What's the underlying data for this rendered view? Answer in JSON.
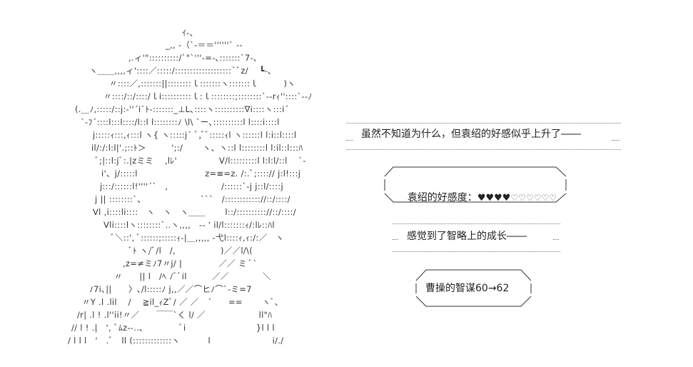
{
  "ascii_art": {
    "lines": [
      "ｲ‐、",
      "_,, -（`‐＝＝''''''` --",
      ",.ィ'\"::::::::::/`\"`'''‐=-､:::::::`7‐､",
      "ヽ＿＿,,,,ィ'::::／:::::/:::::::::::::::::::`ﾞz/　 ┗‐､",
      "〃::::／,:::::::||::::::::ｌ:::::::ヽ:::::::ｌ　　　)ヽ",
      "〃::::/::/::::/ｌi::::::::::ｌ:ｌ::::::::;::::::::`‐‐rｨ''::::`‐‐ﾉ",
      "(.＿ﾉ,:::::/::j:‐''´i`ﾄ‐:::::::_⊥L､::::ヽ::::::::::∇i::::ヽ:::i´",
      "`‐ﾌ´::::l:::l::::/l::l l::::::::ﾉ \\l\\ `ー､::::::::::l l::::i::::l",
      "j:::::ｨ:::,ｨ:::l ヽ{ ヽ:::::j´ ﾞ,ﾞﾞ:::::ｨl ヽ::::::l l:i::l::::l",
      "il/:/:l:l|'.;::ﾄ＞　　　';:/　　 ヽ、ヽ::l l::::::::l l:il::l:::ﾊ",
      "ﾞ;|::l:jﾞ:.|zミミ　 ,lﾚ'　　　　　V/l:::::::::l l:l:l/::l　 `‐",
      "i'、j/:::::l　　　　　　　　z=≡=z. /:.ﾞ;::::// j:l!:::j",
      "j:::/::::::l!''''´`　,　　　　　　 /::::::`‐j j::l/::::j",
      "j || ::::::::`、　　　　　　　```　/:::::::::::://::/::::/",
      "Vl ,i::::li::::　ヽ　ヽ　ヽ＿＿　　 l::/:::::::::://::/::::/",
      "Vli::::lヽ::::::::`..ヽ,,,,　‐‐ ' il/l:::::::ｨ/:lﾚ::ﾊl",
      "ﾞ＼::', ﾞ::::::;:::::ｨ‐|＿,,,,, ‐弋l::::ｨ,ｨ:/:／　ヽ",
      "ﾞﾄ ヽ/ﾞ/l　/,　　　　　 )／／l/\\(",
      ",z=≠ミﾉ7〃j/ |　　　　 ／／ ミ ﾞ`",
      "〃　　|| l　/ﾍ ﾉﾞﾞil　　　／／　　　　＼",
      "ﾉ7i､||　　〉､/l:::::ﾉ j,,／／⌒ヒﾉ⌒`‐ミ=7",
      "〃Y .l .lil　 /　 ≧il_ｨZﾞ/ ／ ／　´　　==　　 ヽﾞ､",
      "/r| .l ! .l''ii!〃／　　￣￣`く l/ ／　　　　　　 ll\"ﾊ",
      "// l ! .|　', ﾞﾑz‐‐..､　　　　 ﾞi　　　　　　　　 }l l l",
      "/ l l l　'　.ﾞ　ll (:::::::::::::ヽ　　　 l　　　　　　　 i/./"
    ]
  },
  "narration_1": "虽然不知道为什么，但袁绍的好感似乎上升了――",
  "status_box_1": {
    "label": "袁绍的好感度：",
    "filled_hearts": "♥♥♥♥",
    "empty_hearts": "♡♡♡♡♡♡",
    "affinity_filled": 4,
    "affinity_max": 10
  },
  "narration_2": "感觉到了智略上的成长――",
  "status_box_2": {
    "text": "曹操的智谋60→62"
  }
}
